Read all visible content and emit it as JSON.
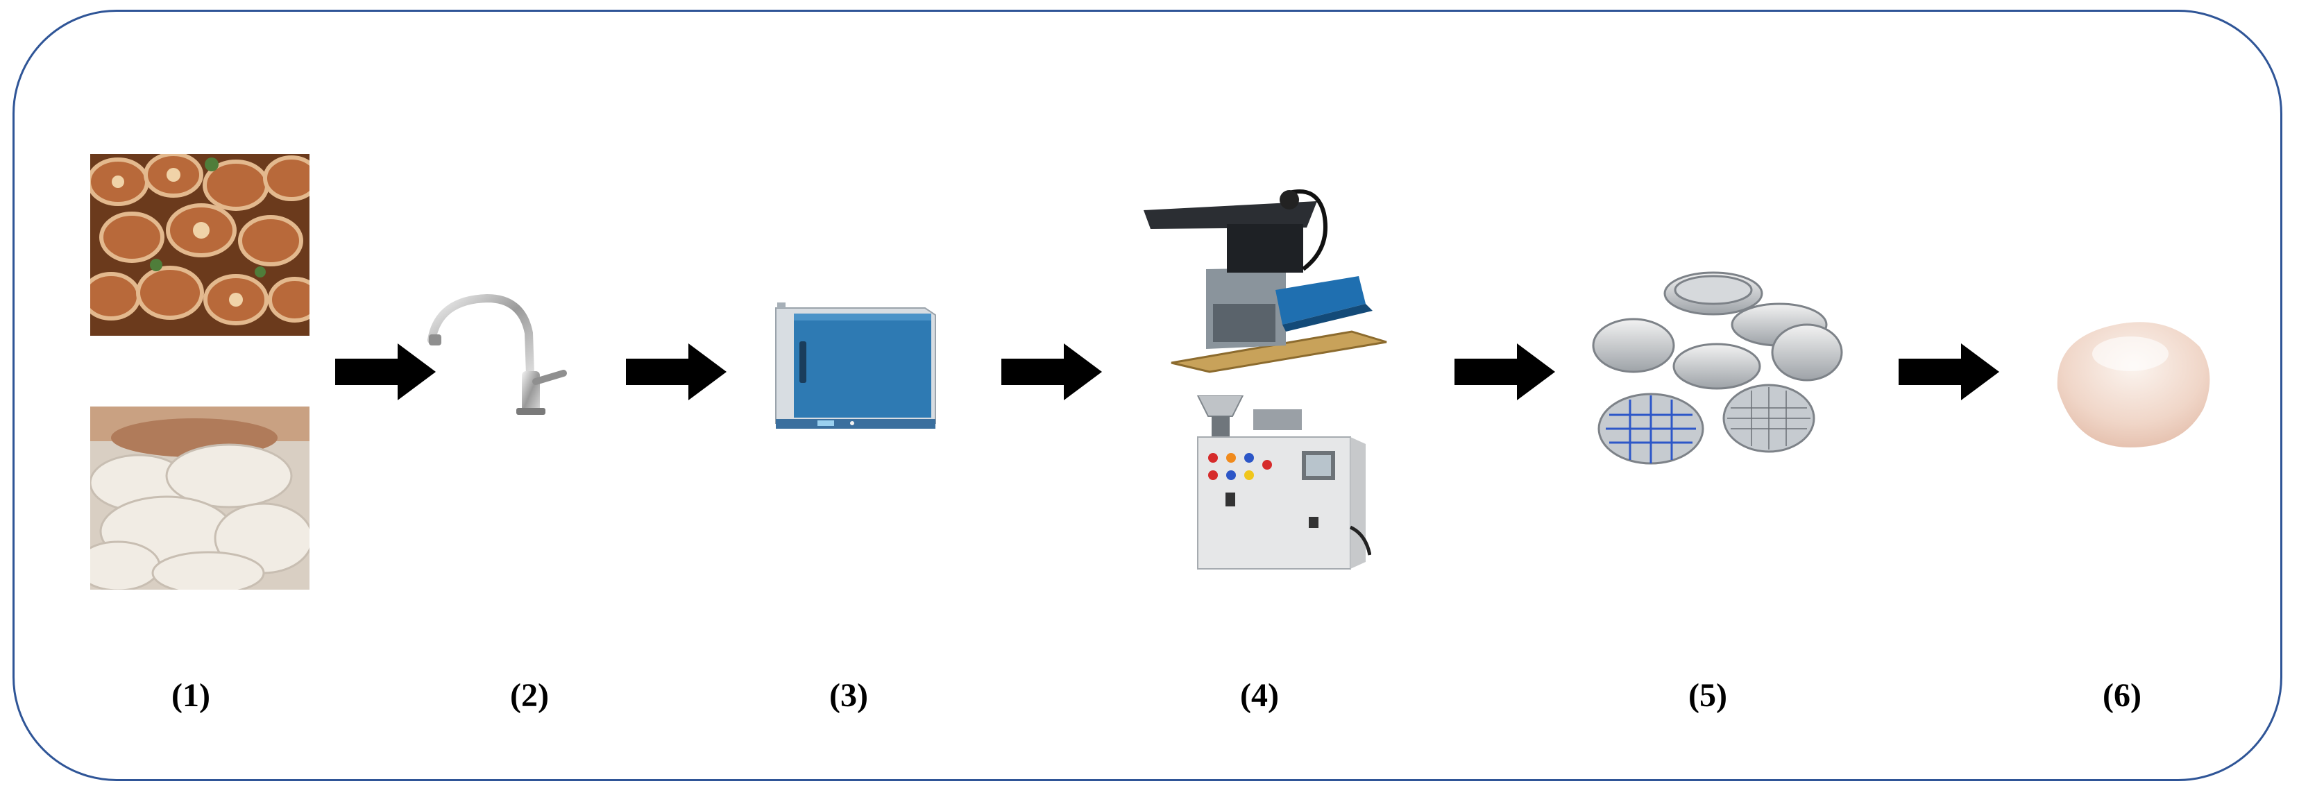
{
  "steps": [
    {
      "label": "(1)",
      "items": [
        "coconut-husks-photo",
        "coconut-fiber-photo"
      ]
    },
    {
      "label": "(2)",
      "items": [
        "water-faucet"
      ]
    },
    {
      "label": "(3)",
      "items": [
        "drying-oven"
      ]
    },
    {
      "label": "(4)",
      "items": [
        "cutting-mill",
        "grinding-mill"
      ]
    },
    {
      "label": "(5)",
      "items": [
        "sieve-set"
      ]
    },
    {
      "label": "(6)",
      "items": [
        "fiber-powder"
      ]
    }
  ],
  "colors": {
    "frame": "#2f5597",
    "arrow": "#000000",
    "oven_body": "#2e7ab3",
    "husk": "#a0522d",
    "powder": "#f2ddd2"
  },
  "icons": [
    "right-arrow-icon",
    "faucet-icon",
    "oven-icon",
    "mill-icon",
    "sieve-icon",
    "powder-icon"
  ]
}
